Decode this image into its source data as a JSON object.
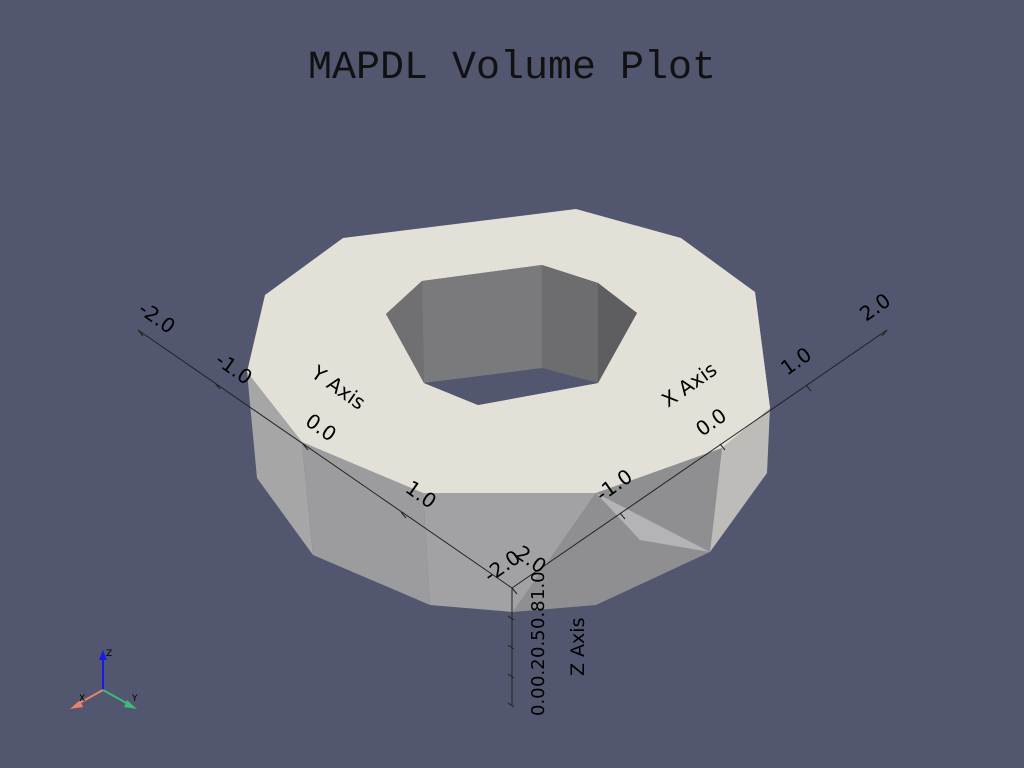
{
  "title": "MAPDL Volume Plot",
  "axes": {
    "x_axis": {
      "name": "X Axis",
      "ticks": [
        "-2.0",
        "-1.0",
        "0.0",
        "1.0",
        "2.0"
      ]
    },
    "y_axis": {
      "name": "Y Axis",
      "ticks": [
        "-2.0",
        "-1.0",
        "0.0",
        "1.0",
        "2.0"
      ]
    },
    "z_axis": {
      "name": "Z Axis",
      "ticks": [
        "0.0",
        "0.2",
        "0.5",
        "0.8",
        "1.0"
      ]
    }
  },
  "orientation_triad": {
    "x_label": "X",
    "y_label": "Y",
    "z_label": "Z",
    "x_color": "#e8836a",
    "y_color": "#3fb87c",
    "z_color": "#1a1ae6"
  },
  "colors": {
    "background": "#52566f",
    "top_face": "#e3e0d7",
    "bore_wall": "#77777a"
  }
}
